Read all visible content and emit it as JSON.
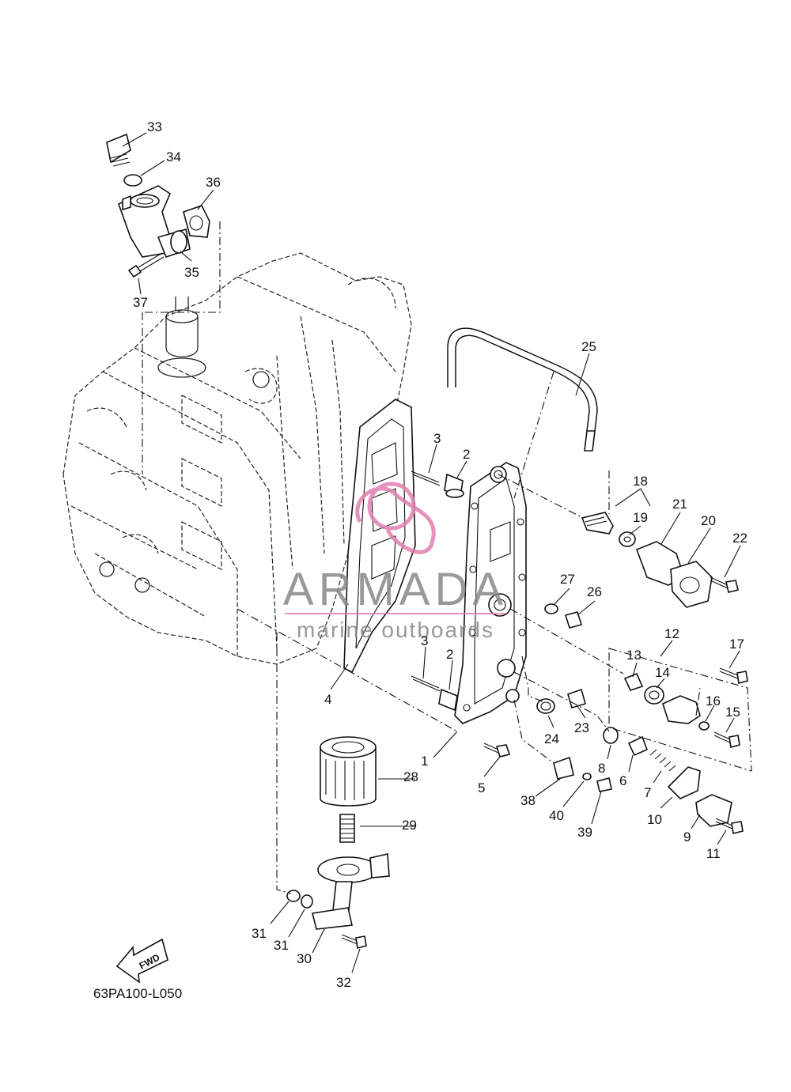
{
  "diagram_code": "63PA100-L050",
  "fwd_label": "FWD",
  "watermark": {
    "brand": "ARMADA",
    "tagline": "marine outboards",
    "brand_color": "#888888",
    "accent_color": "#e07fb0"
  },
  "callouts": [
    {
      "id": "c33",
      "text": "33"
    },
    {
      "id": "c34",
      "text": "34"
    },
    {
      "id": "c36",
      "text": "36"
    },
    {
      "id": "c35",
      "text": "35"
    },
    {
      "id": "c37",
      "text": "37"
    },
    {
      "id": "c25",
      "text": "25"
    },
    {
      "id": "c3a",
      "text": "3"
    },
    {
      "id": "c2a",
      "text": "2"
    },
    {
      "id": "c18",
      "text": "18"
    },
    {
      "id": "c19",
      "text": "19"
    },
    {
      "id": "c21",
      "text": "21"
    },
    {
      "id": "c20",
      "text": "20"
    },
    {
      "id": "c22",
      "text": "22"
    },
    {
      "id": "c27",
      "text": "27"
    },
    {
      "id": "c26",
      "text": "26"
    },
    {
      "id": "c12",
      "text": "12"
    },
    {
      "id": "c17",
      "text": "17"
    },
    {
      "id": "c13",
      "text": "13"
    },
    {
      "id": "c14",
      "text": "14"
    },
    {
      "id": "c16",
      "text": "16"
    },
    {
      "id": "c15",
      "text": "15"
    },
    {
      "id": "c3b",
      "text": "3"
    },
    {
      "id": "c2b",
      "text": "2"
    },
    {
      "id": "c4",
      "text": "4"
    },
    {
      "id": "c24",
      "text": "24"
    },
    {
      "id": "c23",
      "text": "23"
    },
    {
      "id": "c1",
      "text": "1"
    },
    {
      "id": "c8",
      "text": "8"
    },
    {
      "id": "c6",
      "text": "6"
    },
    {
      "id": "c7",
      "text": "7"
    },
    {
      "id": "c28",
      "text": "28"
    },
    {
      "id": "c5",
      "text": "5"
    },
    {
      "id": "c38",
      "text": "38"
    },
    {
      "id": "c40",
      "text": "40"
    },
    {
      "id": "c39",
      "text": "39"
    },
    {
      "id": "c10",
      "text": "10"
    },
    {
      "id": "c9",
      "text": "9"
    },
    {
      "id": "c11",
      "text": "11"
    },
    {
      "id": "c29",
      "text": "29"
    },
    {
      "id": "c31a",
      "text": "31"
    },
    {
      "id": "c31b",
      "text": "31"
    },
    {
      "id": "c30",
      "text": "30"
    },
    {
      "id": "c32",
      "text": "32"
    }
  ]
}
